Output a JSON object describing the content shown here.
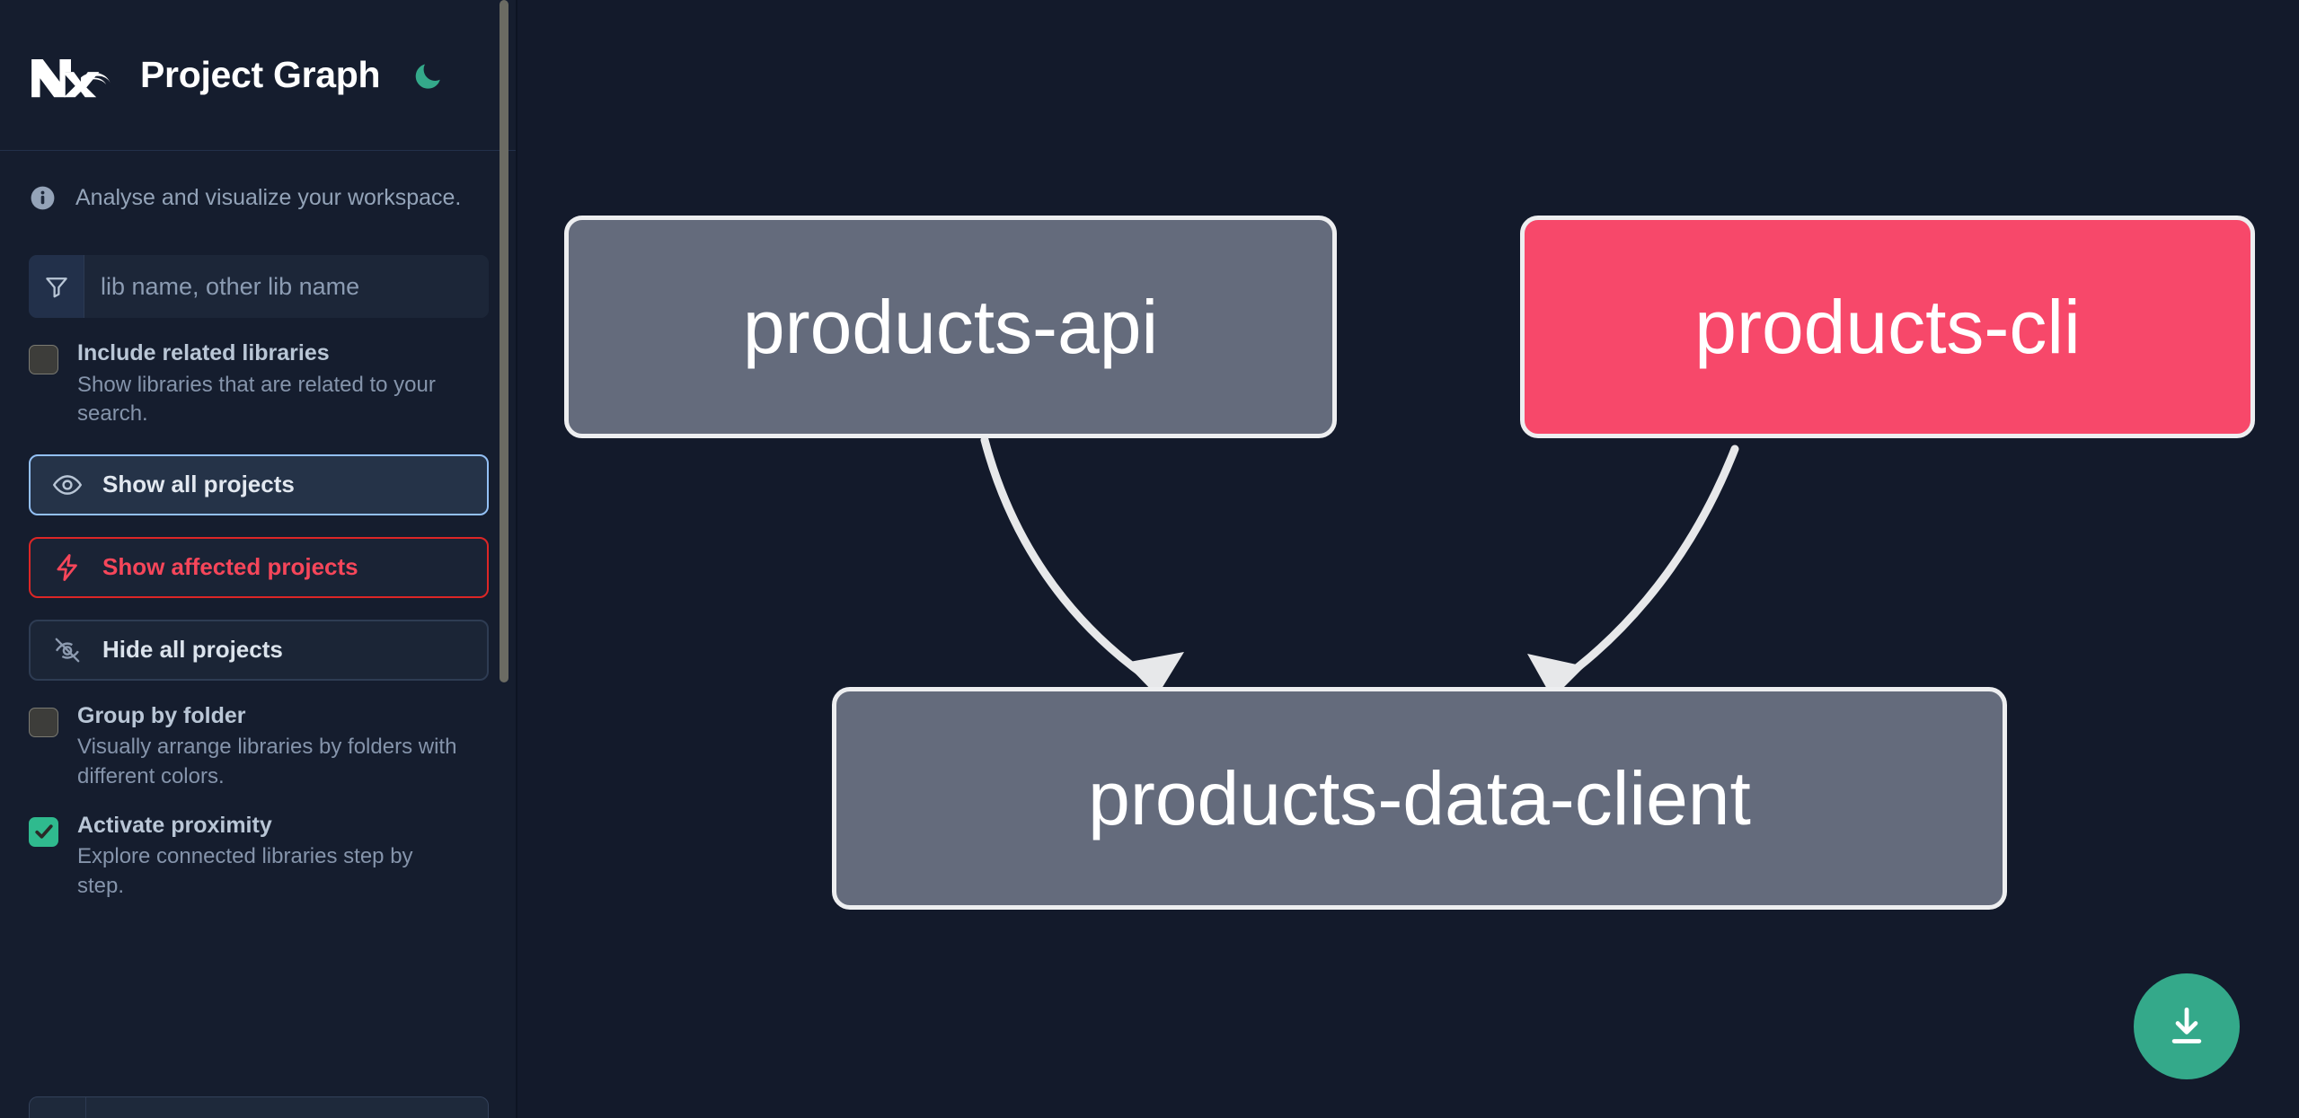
{
  "header": {
    "logo_icon": "nx-logo-icon",
    "title": "Project Graph",
    "theme_toggle_icon": "moon-icon"
  },
  "sidebar": {
    "analyse": {
      "icon": "info-circle-icon",
      "text": "Analyse and visualize your workspace."
    },
    "search": {
      "icon": "filter-funnel-icon",
      "placeholder": "lib name, other lib name",
      "value": ""
    },
    "checkboxes": [
      {
        "name": "include-related-libraries",
        "label": "Include related libraries",
        "description": "Show libraries that are related to your search.",
        "checked": false
      },
      {
        "name": "group-by-folder",
        "label": "Group by folder",
        "description": "Visually arrange libraries by folders with different colors.",
        "checked": false
      },
      {
        "name": "activate-proximity",
        "label": "Activate proximity",
        "description": "Explore connected libraries step by step.",
        "checked": true
      }
    ],
    "buttons": [
      {
        "name": "show-all-projects",
        "label": "Show all projects",
        "icon": "eye-icon",
        "state": "selected",
        "accent": "#93c0f5"
      },
      {
        "name": "show-affected-projects",
        "label": "Show affected projects",
        "icon": "lightning-bolt-icon",
        "state": "default",
        "accent": "#f6465a"
      },
      {
        "name": "hide-all-projects",
        "label": "Hide all projects",
        "icon": "eye-slash-icon",
        "state": "default",
        "accent": "#2e3c53"
      }
    ]
  },
  "graph": {
    "nodes": [
      {
        "id": "products-api",
        "label": "products-api",
        "affected": false,
        "color": "#646b7c"
      },
      {
        "id": "products-cli",
        "label": "products-cli",
        "affected": true,
        "color": "#f7486a"
      },
      {
        "id": "products-data-client",
        "label": "products-data-client",
        "affected": false,
        "color": "#646b7c"
      }
    ],
    "edges": [
      {
        "from": "products-api",
        "to": "products-data-client"
      },
      {
        "from": "products-cli",
        "to": "products-data-client"
      }
    ],
    "download_button": {
      "name": "download-graph-button",
      "icon": "download-icon",
      "color": "#34a98a"
    }
  },
  "colors": {
    "background": "#131a2b",
    "sidebar": "#151d2e",
    "node_default": "#646b7c",
    "node_affected": "#f7486a",
    "accent_green": "#2fba8e",
    "accent_red": "#f6465a",
    "accent_blue": "#93c0f5"
  }
}
